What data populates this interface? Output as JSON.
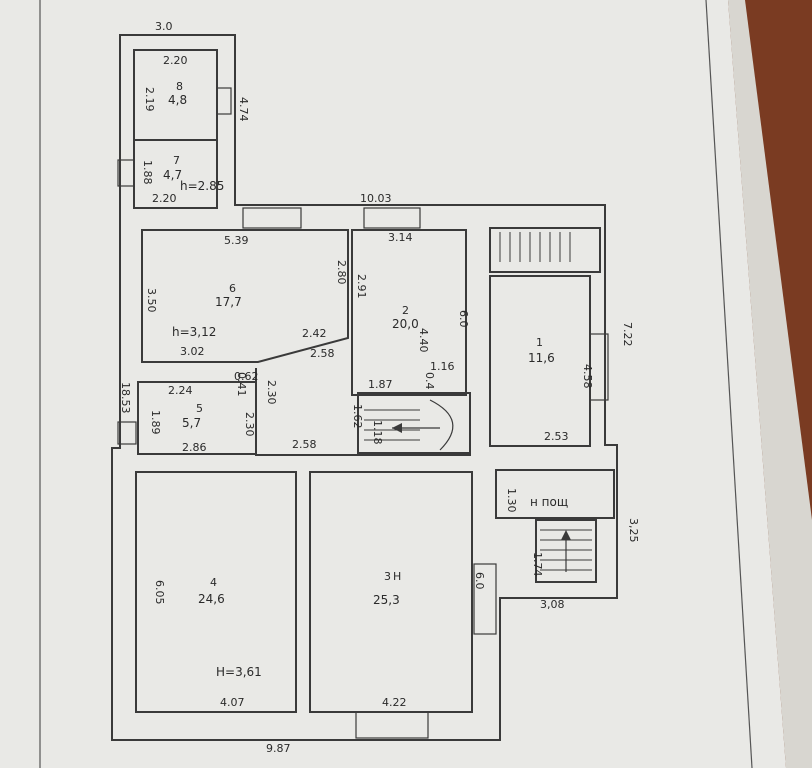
{
  "plan": {
    "rooms": [
      {
        "id": "r1",
        "number": "1",
        "area": "11,6"
      },
      {
        "id": "r2",
        "number": "2",
        "area": "20,0"
      },
      {
        "id": "r3",
        "number": "3",
        "area": "25,3"
      },
      {
        "id": "r4",
        "number": "4",
        "area": "24,6"
      },
      {
        "id": "r5",
        "number": "5",
        "area": "5,7"
      },
      {
        "id": "r6",
        "number": "6",
        "area": "17,7"
      },
      {
        "id": "r7",
        "number": "7",
        "area": "4,7"
      },
      {
        "id": "r8",
        "number": "8",
        "area": "4,8"
      }
    ],
    "room3_marker": "H",
    "porch_label": "н пощ",
    "heights": {
      "room7": "h=2.85",
      "room6": "h=3,12",
      "room4": "H=3,61"
    },
    "dims": {
      "top_width": "3.0",
      "r8_top": "2.20",
      "r8_left": "2.19",
      "right_474": "4.74",
      "r7_left": "1.88",
      "r7_bottom": "2.20",
      "overall_top": "10.03",
      "r6_top": "5.39",
      "r2_top": "3.14",
      "r6_left": "3.50",
      "r6_right": "2.80",
      "r2_left": "2.91",
      "r6_bottom": "3.02",
      "corner_242": "2.42",
      "corner_258": "2.58",
      "r2_side": "4.40",
      "r2_right": "6.0",
      "overall_right": "7.22",
      "r1_right": "4.58",
      "r1_bottom": "2.53",
      "overall_left": "18.53",
      "r5_top": "2.24",
      "small_041": "0.41",
      "small_062": "0.62",
      "r5_right": "2.30",
      "r5_left": "1.89",
      "r5_right2": "2.30",
      "r5_bottom": "2.86",
      "stair_top": "1.87",
      "stair_04": "0.4",
      "stair_116": "1.16",
      "stair_162": "1.62",
      "stair_118": "1.18",
      "hall_258": "2.58",
      "porch_130": "1.30",
      "porch_325": "3,25",
      "porch_174": "1.74",
      "porch_308": "3,08",
      "r4_left": "6.05",
      "r3_right": "6.0",
      "r4_bottom": "4.07",
      "r3_bottom": "4.22",
      "overall_bottom": "9.87"
    }
  }
}
